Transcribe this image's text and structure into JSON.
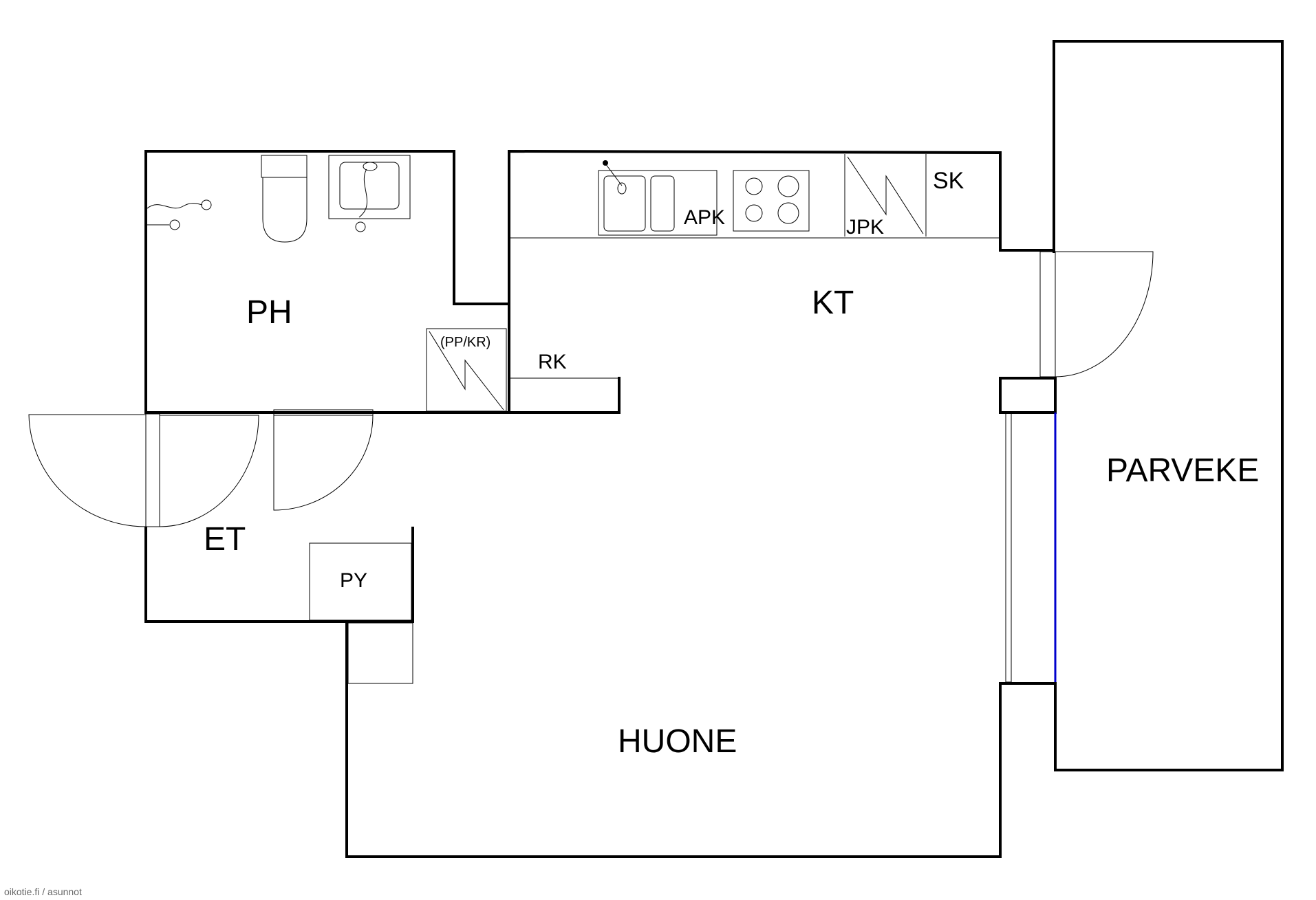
{
  "rooms": {
    "ph": "PH",
    "kt": "KT",
    "et": "ET",
    "huone": "HUONE",
    "parveke": "PARVEKE"
  },
  "fixtures": {
    "apk": "APK",
    "jpk": "JPK",
    "sk": "SK",
    "rk": "RK",
    "pp_kr": "(PP/KR)",
    "py": "PY"
  },
  "watermark": "oikotie.fi / asunnot",
  "colors": {
    "walls": "#000000",
    "window": "#0000cc"
  }
}
